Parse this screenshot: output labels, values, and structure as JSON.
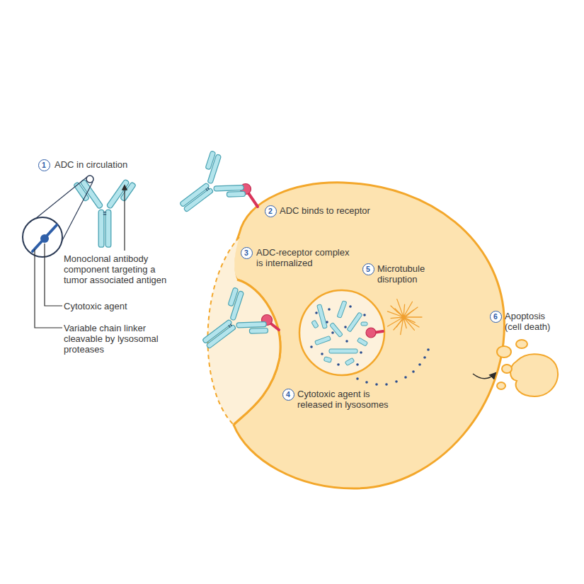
{
  "diagram": {
    "labels": [
      "1",
      "ADC in circulation",
      "Monoclonal antibody component targeting a tumor associated antigen",
      "Cytotoxic agent",
      "Variable chain linker cleavable by lysosomal proteases",
      "2",
      "ADC binds to receptor",
      "3",
      "ADC-receptor complex is internalized",
      "5",
      "Microtubule disruption",
      "4",
      "Cytotoxic agent is released in lysosomes",
      "6",
      "Apoptosis (cell death)"
    ]
  }
}
